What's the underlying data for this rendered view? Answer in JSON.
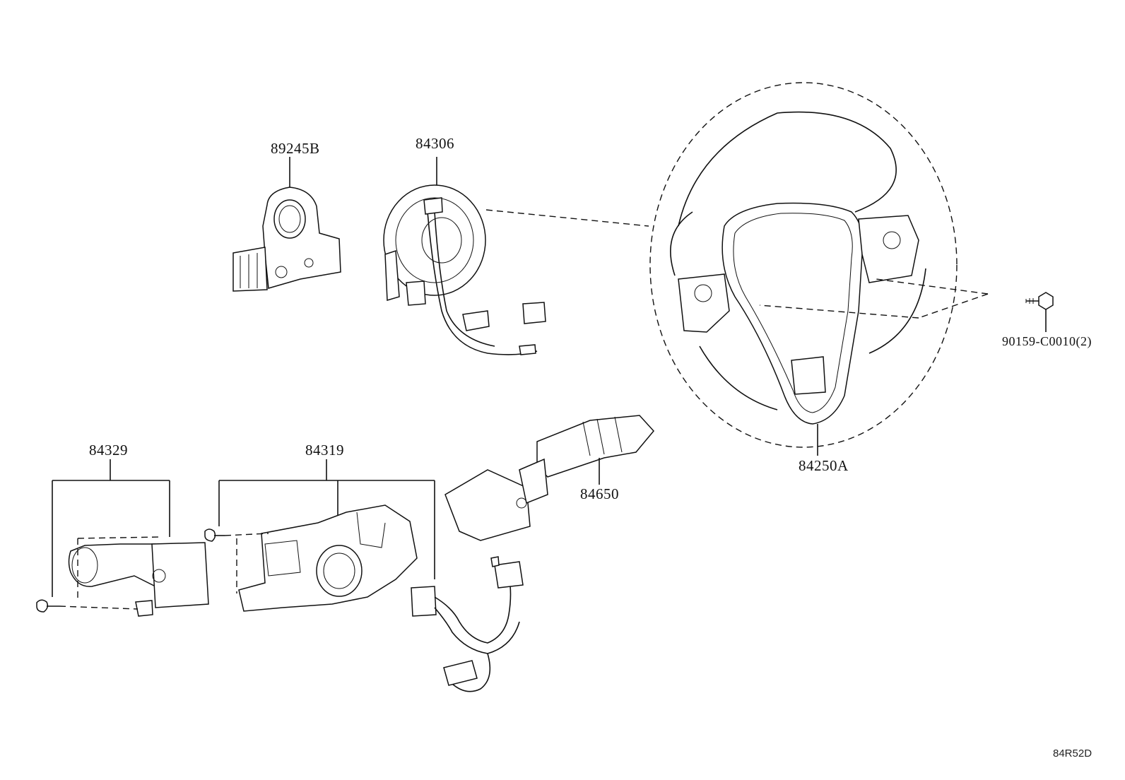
{
  "diagram": {
    "diagram_code": "84R52D",
    "parts": {
      "p89245b": "89245B",
      "p84306": "84306",
      "p84250a": "84250A",
      "p90159": "90159-C0010(2)",
      "p84329": "84329",
      "p84319": "84319",
      "p84650": "84650"
    }
  }
}
